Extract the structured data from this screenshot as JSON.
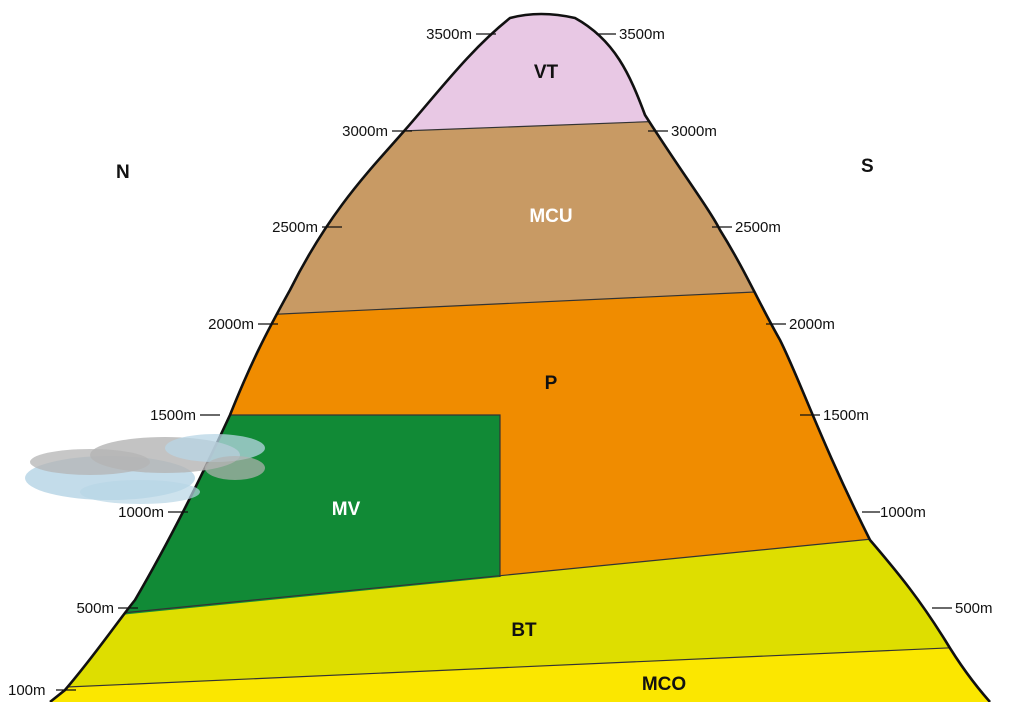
{
  "directions": {
    "north": "N",
    "south": "S"
  },
  "altitude_labels": {
    "north": [
      "3500m",
      "3000m",
      "2500m",
      "2000m",
      "1500m",
      "1000m",
      "500m",
      "100m"
    ],
    "south": [
      "3500m",
      "3000m",
      "2500m",
      "2000m",
      "1500m",
      "1000m",
      "500m"
    ]
  },
  "zones": [
    {
      "label": "VT",
      "color": "#e8c8e4",
      "text_color": "#111111"
    },
    {
      "label": "MCU",
      "color": "#c89a64",
      "text_color": "#ffffff"
    },
    {
      "label": "P",
      "color": "#f08c00",
      "text_color": "#111111"
    },
    {
      "label": "MV",
      "color": "#118a36",
      "text_color": "#ffffff"
    },
    {
      "label": "BT",
      "color": "#dede00",
      "text_color": "#111111"
    },
    {
      "label": "MCO",
      "color": "#fbe700",
      "text_color": "#111111"
    }
  ],
  "colors": {
    "outline": "#111111",
    "cloud_blue": "#b8d6e6",
    "cloud_grey": "#b4b4b4"
  }
}
